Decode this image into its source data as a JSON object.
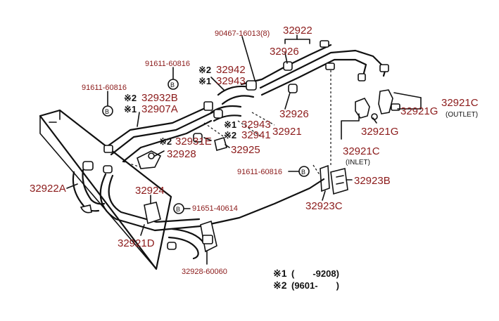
{
  "labels": {
    "p90467": "90467-16013(8)",
    "p32922": "32922",
    "p32926a": "32926",
    "p91611_1": "91611-60816",
    "p32942": "32942",
    "p32943a": "32943",
    "p91611_2": "91611-60816",
    "p32932B": "32932B",
    "p32907A": "32907A",
    "p32926b": "32926",
    "p32943b": "32943",
    "p32941": "32941",
    "p32921": "32921",
    "p32921C_out": "32921C",
    "outlet": "(OUTLET)",
    "p32921G_1": "32921G",
    "p32921G_2": "32921G",
    "p32921C_in": "32921C",
    "inlet": "(INLET)",
    "p32931E": "32931E",
    "p32925": "32925",
    "p32928": "32928",
    "p91611_3": "91611-60816",
    "p32923B": "32923B",
    "p32922A": "32922A",
    "p32924": "32924",
    "p91651": "91651-40614",
    "p32923C": "32923C",
    "p32921D": "32921D",
    "p32928_60060": "32928-60060"
  },
  "marks": {
    "m1": "※1",
    "m2": "※2",
    "legend_1_num": "1",
    "legend_1_range": "(　　-9208)",
    "legend_2_num": "2",
    "legend_2_range": "(9601-　　)"
  }
}
